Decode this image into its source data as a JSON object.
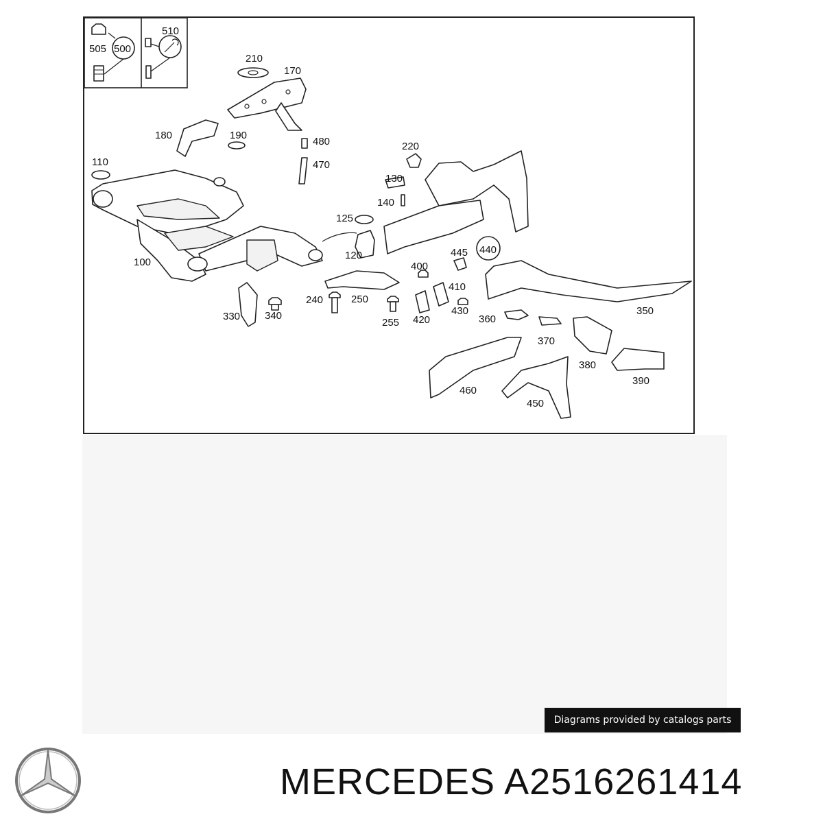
{
  "diagram": {
    "inset_labels": [
      "505",
      "500",
      "510"
    ],
    "callouts": {
      "c210": "210",
      "c170": "170",
      "c180": "180",
      "c190": "190",
      "c480": "480",
      "c470": "470",
      "c110": "110",
      "c100": "100",
      "c220": "220",
      "c130": "130",
      "c140": "140",
      "c125": "125",
      "c120": "120",
      "c445": "445",
      "c440": "440",
      "c400": "400",
      "c410": "410",
      "c240": "240",
      "c250": "250",
      "c255": "255",
      "c420": "420",
      "c430": "430",
      "c330": "330",
      "c340": "340",
      "c360": "360",
      "c350": "350",
      "c370": "370",
      "c380": "380",
      "c390": "390",
      "c460": "460",
      "c450": "450"
    }
  },
  "credit": "Diagrams provided by catalogs parts",
  "footer": {
    "brand": "MERCEDES",
    "part_number": "A2516261414",
    "logo_icon": "mercedes-star-icon"
  }
}
